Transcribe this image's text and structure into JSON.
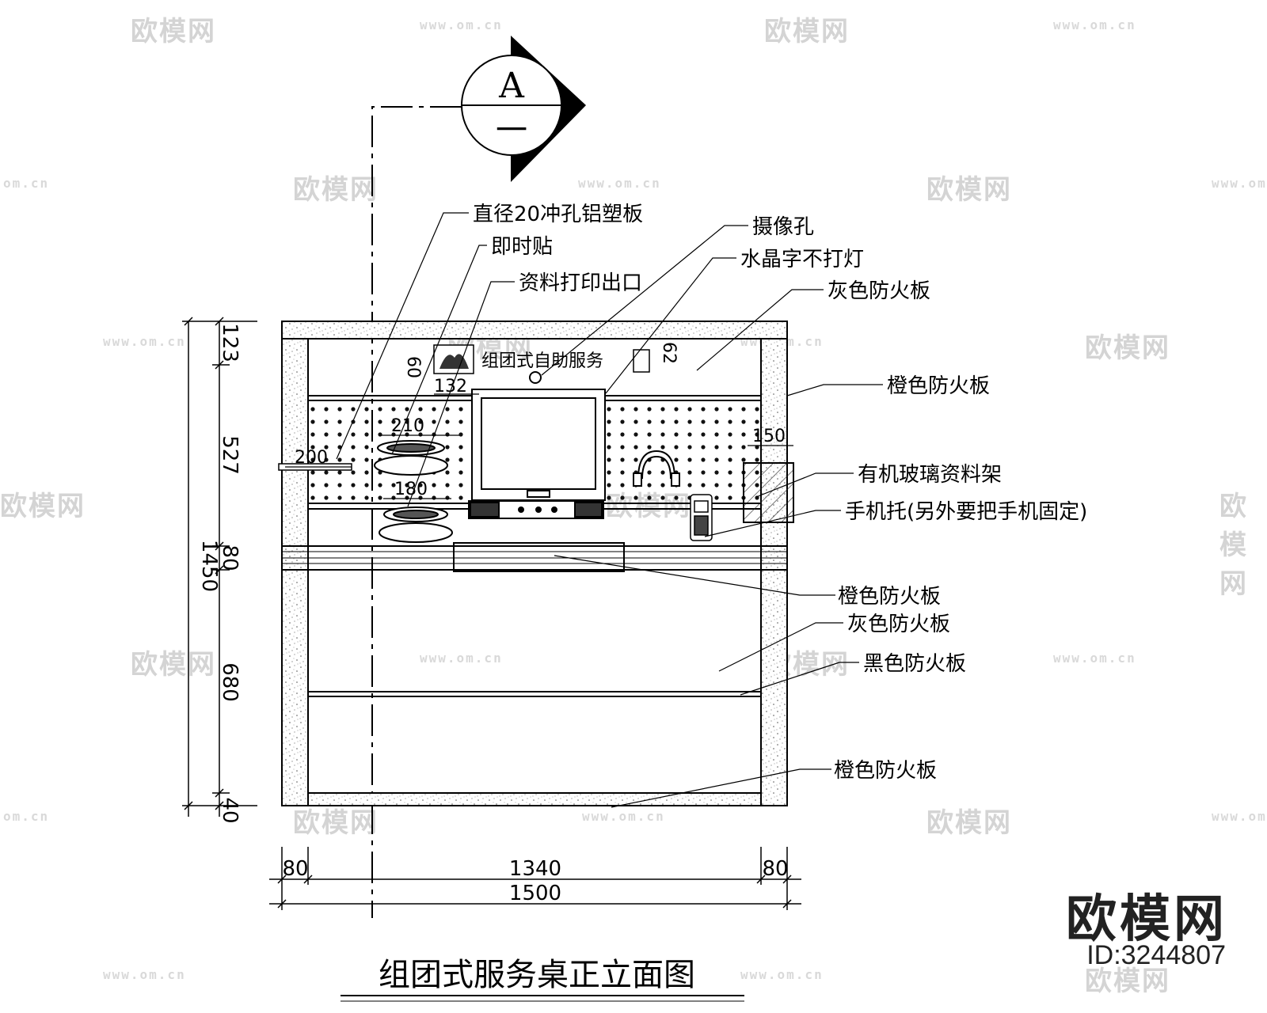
{
  "section_marker": {
    "letter": "A",
    "number": "一"
  },
  "title": "组团式服务桌正立面图",
  "sign_text": "组团式自助服务",
  "labels": {
    "perforated_panel": "直径20冲孔铝塑板",
    "sticky_notes": "即时贴",
    "print_outlet": "资料打印出口",
    "camera_hole": "摄像孔",
    "crystal_text": "水晶字不打灯",
    "gray_board_top": "灰色防火板",
    "orange_board_side": "橙色防火板",
    "acrylic_rack": "有机玻璃资料架",
    "phone_holder": "手机托(另外要把手机固定)",
    "orange_board_desk": "橙色防火板",
    "gray_board_lower": "灰色防火板",
    "black_board": "黑色防火板",
    "orange_board_base": "橙色防火板"
  },
  "dimensions": {
    "total_height": "1450",
    "h_top": "123",
    "h_panel": "527",
    "h_desk": "80",
    "h_lower": "680",
    "h_base": "40",
    "w_left": "80",
    "w_mid": "1340",
    "w_right": "80",
    "w_total": "1500",
    "d_132": "132",
    "d_60": "60",
    "d_62": "62",
    "d_210": "210",
    "d_200": "200",
    "d_180": "180",
    "d_150": "150"
  },
  "watermark": {
    "logo": "欧模网",
    "url": "www.om.cn",
    "url_short": "om.cn"
  },
  "brand": {
    "name": "欧模网",
    "id": "ID:3244807"
  }
}
